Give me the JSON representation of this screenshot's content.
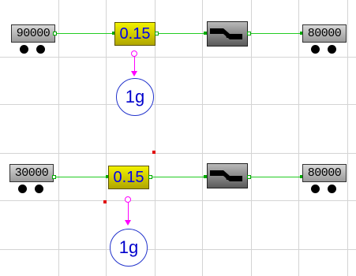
{
  "row1": {
    "source_value": "90000",
    "gain_value": "0.15",
    "sink_value": "80000",
    "signal_label": "1g"
  },
  "row2": {
    "source_value": "30000",
    "gain_value": "0.15",
    "sink_value": "80000",
    "signal_label": "1g"
  },
  "colors": {
    "wire": "#22cc22",
    "signal_line": "#ff00ff",
    "gain_fill": "#e0d800",
    "selection_marker": "#e00000"
  },
  "icons": [
    "cart-icon",
    "valve-icon",
    "signal-arrow-icon"
  ]
}
